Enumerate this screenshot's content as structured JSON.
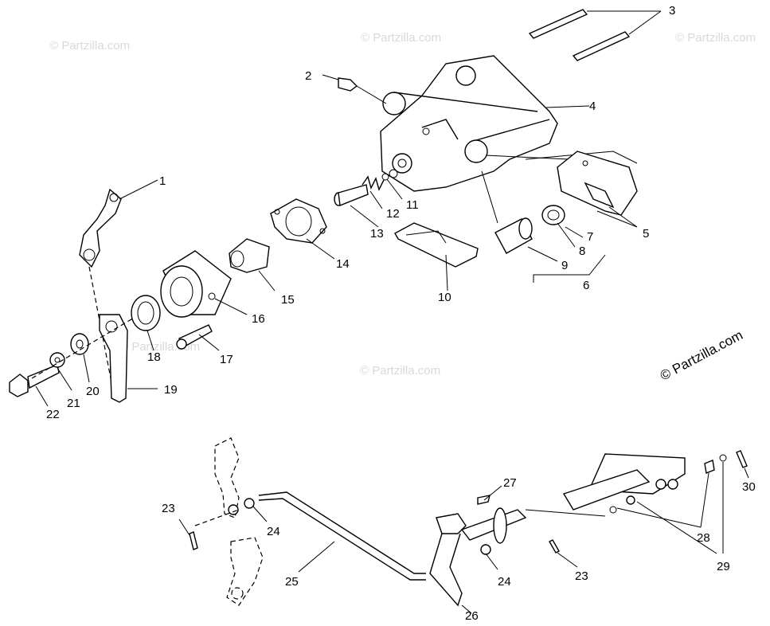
{
  "watermark": "© Partzilla.com",
  "copyright": "© Partzilla.com",
  "labels": [
    "1",
    "2",
    "3",
    "4",
    "5",
    "6",
    "7",
    "8",
    "9",
    "10",
    "11",
    "12",
    "13",
    "14",
    "15",
    "16",
    "17",
    "18",
    "19",
    "20",
    "21",
    "22",
    "23",
    "24",
    "25",
    "26",
    "27",
    "28",
    "29",
    "30",
    "23",
    "24"
  ]
}
